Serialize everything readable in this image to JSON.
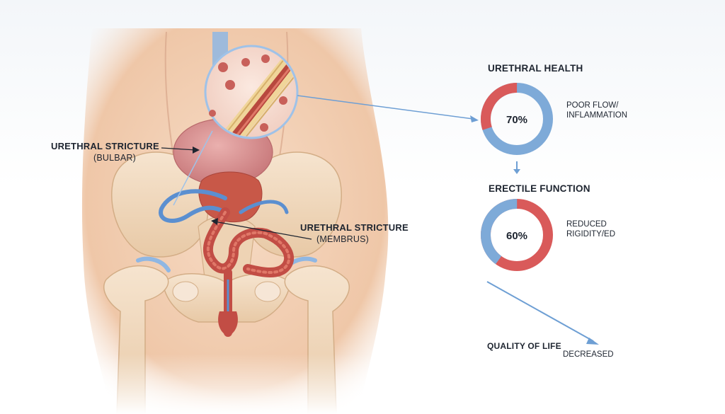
{
  "labels": {
    "stricture_bulbar_line1": "URETHRAL STRICTURE",
    "stricture_bulbar_line2": "(BULBAR)",
    "stricture_membranous_line1": "URETHRAL STRICTURE",
    "stricture_membranous_line2": "(MEMBRUS)"
  },
  "panels": {
    "urethral_health": {
      "title": "URETHRAL HEALTH",
      "percent": 70,
      "percent_label": "70%",
      "note_line1": "POOR FLOW/",
      "note_line2": "INFLAMMATION"
    },
    "erectile_function": {
      "title": "ERECTILE FUNCTION",
      "percent": 60,
      "percent_label": "60%",
      "note_line1": "REDUCED",
      "note_line2": "RIGIDITY/ED"
    },
    "quality_of_life": {
      "title": "QUALITY OF LIFE",
      "status": "DECREASED"
    }
  },
  "colors": {
    "ring_blue": "#7eaad8",
    "ring_red": "#d95a5a",
    "arrow_blue": "#6e9fd4",
    "skin": "#efc9ab",
    "bone": "#f1dcc2",
    "urethra": "#c24d45",
    "bladder": "#d98f8f"
  },
  "icons": {
    "down_arrow": "chevron-down-icon"
  }
}
